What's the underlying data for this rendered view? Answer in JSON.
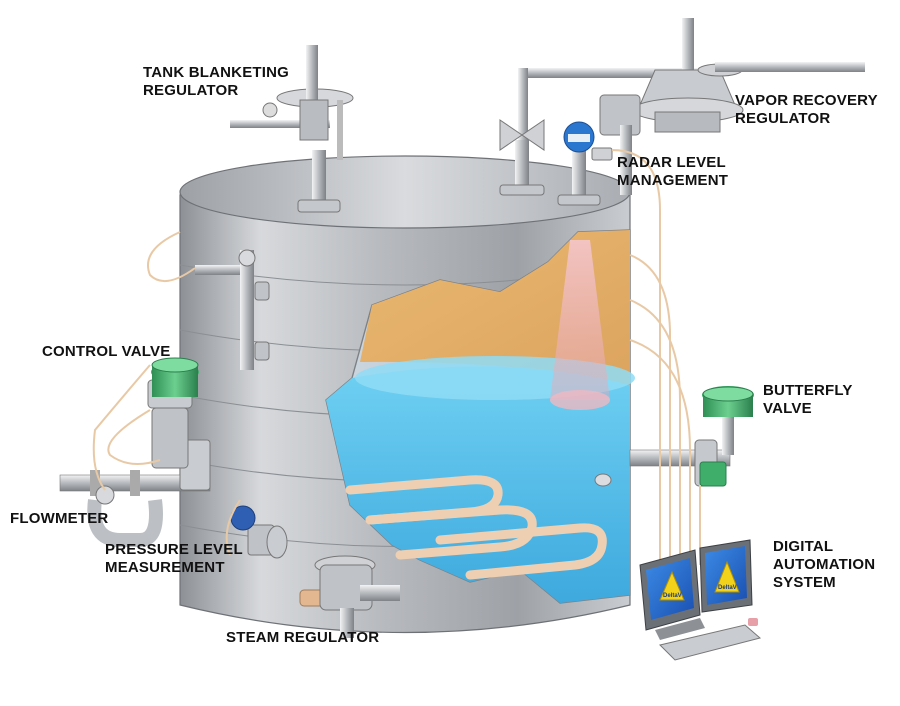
{
  "labels": {
    "tank_blanketing": [
      "TANK BLANKETING",
      "REGULATOR"
    ],
    "vapor_recovery": [
      "VAPOR RECOVERY",
      "REGULATOR"
    ],
    "radar_level": [
      "RADAR LEVEL",
      "MANAGEMENT"
    ],
    "control_valve": [
      "CONTROL VALVE"
    ],
    "butterfly_valve": [
      "BUTTERFLY",
      "VALVE"
    ],
    "flowmeter": [
      "FLOWMETER"
    ],
    "pressure_level": [
      "PRESSURE LEVEL",
      "MEASUREMENT"
    ],
    "steam_regulator": [
      "STEAM REGULATOR"
    ],
    "digital_automation": [
      "DIGITAL",
      "AUTOMATION",
      "SYSTEM"
    ]
  },
  "monitor_brand": "DeltaV",
  "colors": {
    "tank_steel": "#b9bcc0",
    "liquid_blue": "#5fc6ec",
    "vapor_orange": "#e6b06a",
    "valve_green": "#3fae6a",
    "heating_coil": "#f0cdb0",
    "wire": "#e7c9a6",
    "screen_blue": "#1f6fd1"
  }
}
